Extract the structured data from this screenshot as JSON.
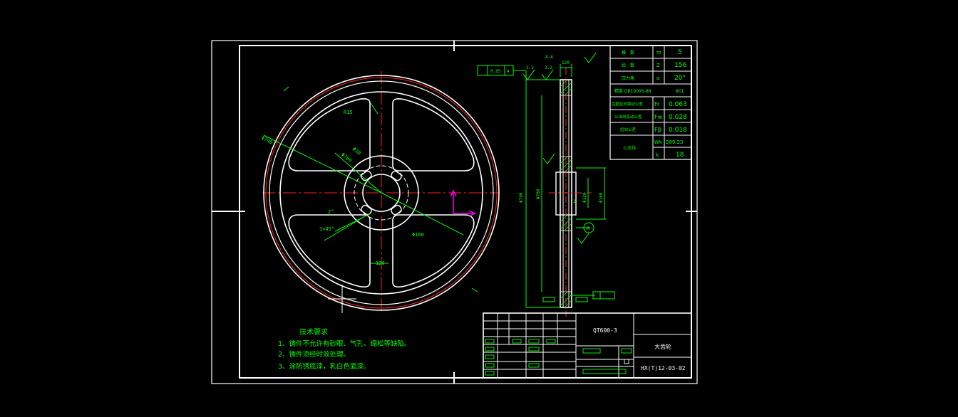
{
  "colors": {
    "background": "#000000",
    "frame": "#ffffff",
    "outline": "#ffffff",
    "centerline": "#ff2020",
    "dimension": "#00ff00",
    "text": "#00ff00",
    "title_text": "#ffffff",
    "leader": "#ff00ff",
    "hatch": "#00ff00"
  },
  "icons": [
    "roughness-symbol",
    "datum-circle",
    "tolerance-frame"
  ],
  "parameters": {
    "rows": [
      {
        "label": "模　数",
        "symbol": "m",
        "value": "5"
      },
      {
        "label": "齿　数",
        "symbol": "Z",
        "value": "156"
      },
      {
        "label": "压力角",
        "symbol": "α",
        "value": "20°"
      },
      {
        "label": "精度 GB10095-88",
        "symbol": "",
        "value": "8GL"
      },
      {
        "label": "齿圈径向跳动公差",
        "symbol": "Fr",
        "value": "0.063"
      },
      {
        "label": "公法线变动公差",
        "symbol": "Fw",
        "value": "0.028"
      },
      {
        "label": "齿向公差",
        "symbol": "Fβ",
        "value": "0.018"
      },
      {
        "label": "公法线",
        "symbol": "Wk",
        "value": "289.23"
      },
      {
        "label": "",
        "symbol": "k",
        "value": "18"
      }
    ]
  },
  "tech_requirements": {
    "title": "技术要求",
    "items": [
      "1、铸件不允许有砂眼、气孔、缩松等缺陷。",
      "2、铸件须经时效处理。",
      "3、涂防锈底漆，乳白色面漆。"
    ]
  },
  "title_block": {
    "material": "QT600-3",
    "part_name": "大齿轮",
    "drawing_number": "HX(T)12-03-02"
  },
  "annotations": {
    "section_label": "A-A",
    "roughness_top": "3.2",
    "roughness_side": "3.2",
    "phi_outer": "Φ790",
    "phi_root": "Φ780",
    "phi_hub": "Φ160",
    "phi_bore": "Φ120",
    "width": "120",
    "gap": "2",
    "tolerance": "0.05",
    "datum": "A",
    "r_label": "R15",
    "hole_label": "Φ30",
    "angle_label": "2°",
    "chamfer": "1×45°"
  }
}
